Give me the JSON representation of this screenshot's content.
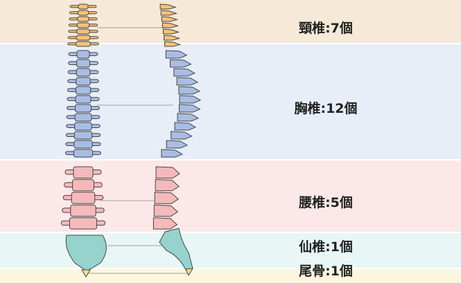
{
  "regions": [
    {
      "label": "頸椎:7個",
      "count": 7,
      "color": "#f6e9d8",
      "bone": "#f5c27a"
    },
    {
      "label": "胸椎:12個",
      "count": 12,
      "color": "#e7eef8",
      "bone": "#a9bde3"
    },
    {
      "label": "腰椎:5個",
      "count": 5,
      "color": "#fce8e8",
      "bone": "#f5b9bb"
    },
    {
      "label": "仙椎:1個",
      "count": 1,
      "color": "#e8f6f5",
      "bone": "#96d3cd"
    },
    {
      "label": "尾骨:1個",
      "count": 1,
      "color": "#fcf6df",
      "bone": "#f5e08a"
    }
  ]
}
